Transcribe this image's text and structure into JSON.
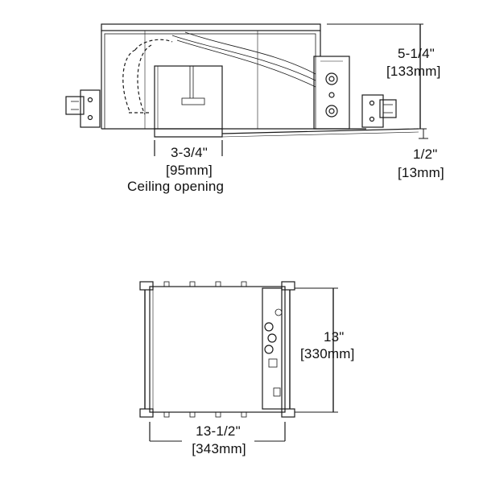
{
  "side_view": {
    "height_in": "5-1/4\"",
    "height_mm": "[133mm]",
    "flange_in": "1/2\"",
    "flange_mm": "[13mm]",
    "opening_in": "3-3/4\"",
    "opening_mm": "[95mm]",
    "opening_caption": "Ceiling opening"
  },
  "top_view": {
    "length_in": "13\"",
    "length_mm": "[330mm]",
    "width_in": "13-1/2\"",
    "width_mm": "[343mm]"
  },
  "colors": {
    "line": "#1a1a1a",
    "background": "#ffffff"
  }
}
